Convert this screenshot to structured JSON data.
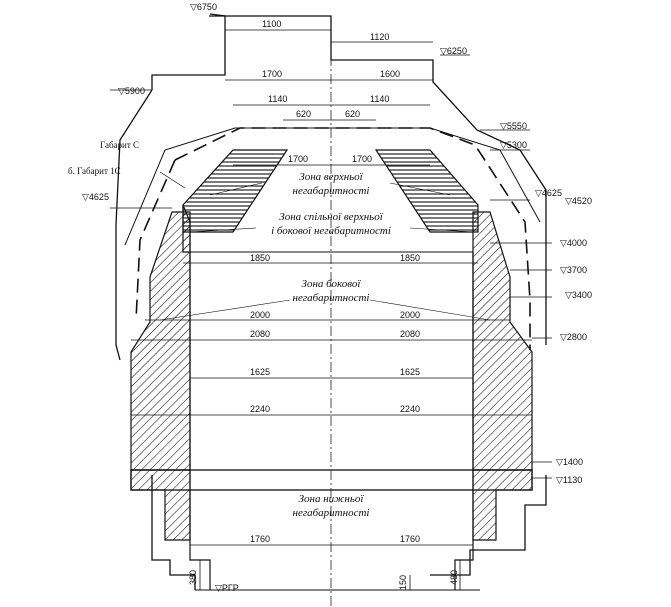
{
  "levels": {
    "l6750": "6750",
    "l6250": "6250",
    "l5900": "5900",
    "l5550": "5550",
    "l5300": "5300",
    "l4625": "4625",
    "l4520": "4520",
    "l4000": "4000",
    "l3700": "3700",
    "l3400": "3400",
    "l2800": "2800",
    "l1400": "1400",
    "l1130": "1130",
    "rgr": "РГР"
  },
  "dims": {
    "d1100": "1100",
    "d1120": "1120",
    "d1700a": "1700",
    "d1600": "1600",
    "d1140a": "1140",
    "d1140b": "1140",
    "d620a": "620",
    "d620b": "620",
    "d1700b": "1700",
    "d1700c": "1700",
    "d1850a": "1850",
    "d1850b": "1850",
    "d2000a": "2000",
    "d2000b": "2000",
    "d2080a": "2080",
    "d2080b": "2080",
    "d1625a": "1625",
    "d1625b": "1625",
    "d2240a": "2240",
    "d2240b": "2240",
    "d1760a": "1760",
    "d1760b": "1760",
    "h380": "380",
    "h150": "150",
    "h480": "480"
  },
  "labels": {
    "gabarit_c": "Габарит С",
    "gabarit_1c": "б. Габарит 1С"
  },
  "zones": {
    "upper_1": "Зона верхньої",
    "upper_2": "негабаритності",
    "common_1": "Зона спільної верхньої",
    "common_2": "і бокової негабаритності",
    "side_1": "Зона бокової",
    "side_2": "негабаритності",
    "lower_1": "Зона нижньої",
    "lower_2": "негабаритності"
  }
}
